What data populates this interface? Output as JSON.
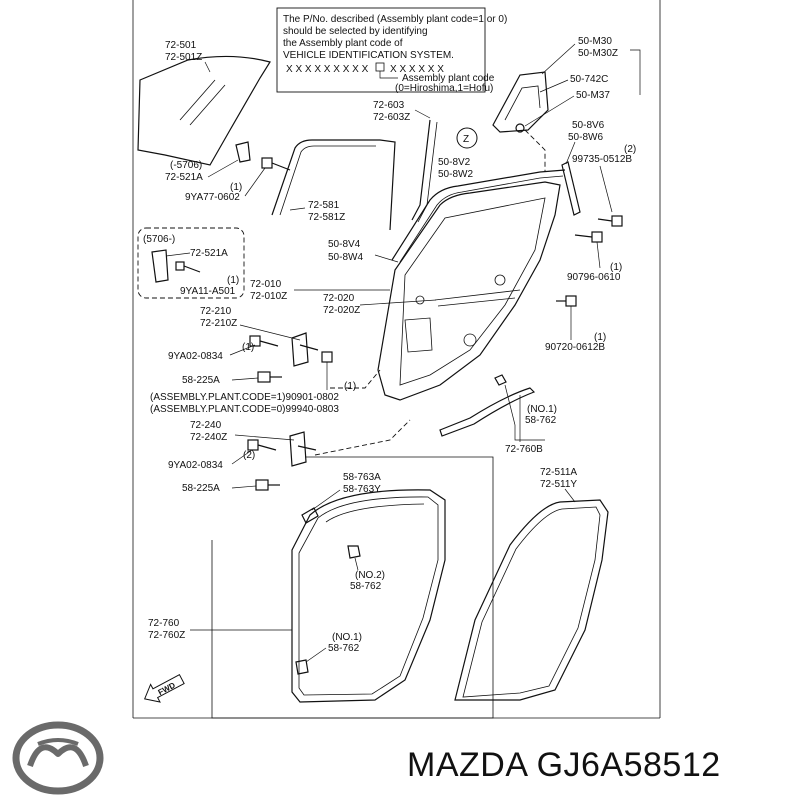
{
  "notice": {
    "lines": [
      "The P/No. described (Assembly plant code=1 or 0)",
      "should be selected by identifying",
      "the Assembly plant code of",
      "VEHICLE IDENTIFICATION SYSTEM."
    ],
    "code_left": "X X X X X X X X X",
    "code_right": "X X X X X X",
    "plant_label": "Assembly plant code",
    "plant_values": "(0=Hiroshima,1=Hofu)"
  },
  "labels": {
    "l72501": "72-501",
    "l72501z": "72-501Z",
    "l5706a": "(-5706)",
    "l72521a": "72-521A",
    "q1a": "(1)",
    "l9ya77": "9YA77-0602",
    "l5706b": "(5706-)",
    "l72521a_b": "72-521A",
    "q1b": "(1)",
    "l9ya11": "9YA11-A501",
    "l72603": "72-603",
    "l72603z": "72-603Z",
    "l72581": "72-581",
    "l72581z": "72-581Z",
    "l508v2": "50-8V2",
    "l508w2": "50-8W2",
    "l508v4": "50-8V4",
    "l508w4": "50-8W4",
    "l72010": "72-010",
    "l72010z": "72-010Z",
    "l72020": "72-020",
    "l72020z": "72-020Z",
    "l72210": "72-210",
    "l72210z": "72-210Z",
    "q1c": "(1)",
    "l9ya02a": "9YA02-0834",
    "l58225a_1": "58-225A",
    "q1d": "(1)",
    "asm1": "(ASSEMBLY.PLANT.CODE=1)90901-0802",
    "asm0": "(ASSEMBLY.PLANT.CODE=0)99940-0803",
    "l72240": "72-240",
    "l72240z": "72-240Z",
    "q2a": "(2)",
    "l9ya02b": "9YA02-0834",
    "l58225a_2": "58-225A",
    "l50m30": "50-M30",
    "l50m30z": "50-M30Z",
    "l50742c": "50-742C",
    "l50m37": "50-M37",
    "l508v6": "50-8V6",
    "l508w6": "50-8W6",
    "q2b": "(2)",
    "l99735": "99735-0512B",
    "q1e": "(1)",
    "l90796": "90796-0610",
    "q1f": "(1)",
    "l90720": "90720-0612B",
    "no1a": "(NO.1)",
    "l58762a": "58-762",
    "l72760b": "72-760B",
    "l58763a": "58-763A",
    "l58763y": "58-763Y",
    "l72511a": "72-511A",
    "l72511y": "72-511Y",
    "no2": "(NO.2)",
    "l58762b": "58-762",
    "l72760": "72-760",
    "l72760z": "72-760Z",
    "no1b": "(NO.1)",
    "l58762c": "58-762",
    "fwd": "FWD",
    "callout_z": "Z"
  },
  "brand": {
    "part_number_text": "MAZDA GJ6A58512"
  }
}
